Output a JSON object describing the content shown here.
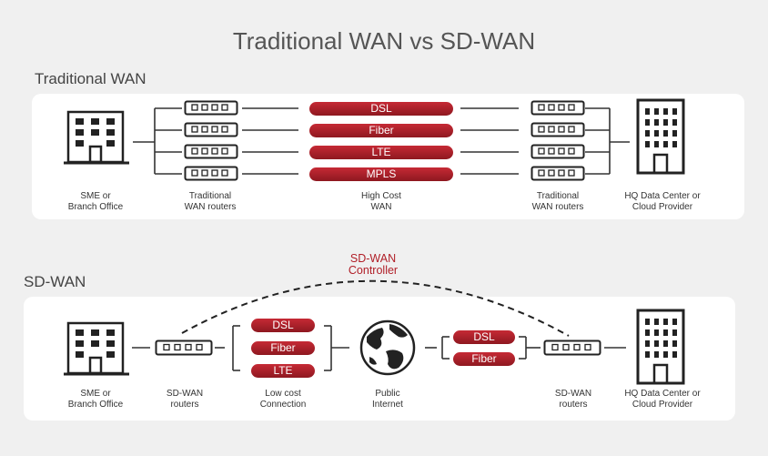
{
  "title": "Traditional WAN vs SD-WAN",
  "traditional": {
    "section_title": "Traditional WAN",
    "links": [
      "DSL",
      "Fiber",
      "LTE",
      "MPLS"
    ],
    "captions": {
      "branch": "SME or\nBranch Office",
      "routers_left": "Traditional\nWAN routers",
      "wan": "High Cost\nWAN",
      "routers_right": "Traditional\nWAN routers",
      "hq": "HQ Data Center or\nCloud Provider"
    },
    "icons": {
      "branch": "office-building-icon",
      "router": "router-icon",
      "hq": "skyscraper-icon"
    }
  },
  "sdwan": {
    "section_title": "SD-WAN",
    "controller": "SD-WAN\nController",
    "links_left": [
      "DSL",
      "Fiber",
      "LTE"
    ],
    "links_right": [
      "DSL",
      "Fiber"
    ],
    "captions": {
      "branch": "SME or\nBranch Office",
      "routers_left": "SD-WAN\nrouters",
      "lowcost": "Low cost\nConnection",
      "internet": "Public\nInternet",
      "routers_right": "SD-WAN\nrouters",
      "hq": "HQ Data Center or\nCloud Provider"
    },
    "icons": {
      "branch": "office-building-icon",
      "router": "router-icon",
      "internet": "globe-icon",
      "hq": "skyscraper-icon"
    }
  },
  "colors": {
    "accent": "#b01e27",
    "pill_top": "#c62a35",
    "pill_bottom": "#8e1820",
    "ink": "#333333",
    "background": "#f0f0f0",
    "panel": "#ffffff"
  }
}
